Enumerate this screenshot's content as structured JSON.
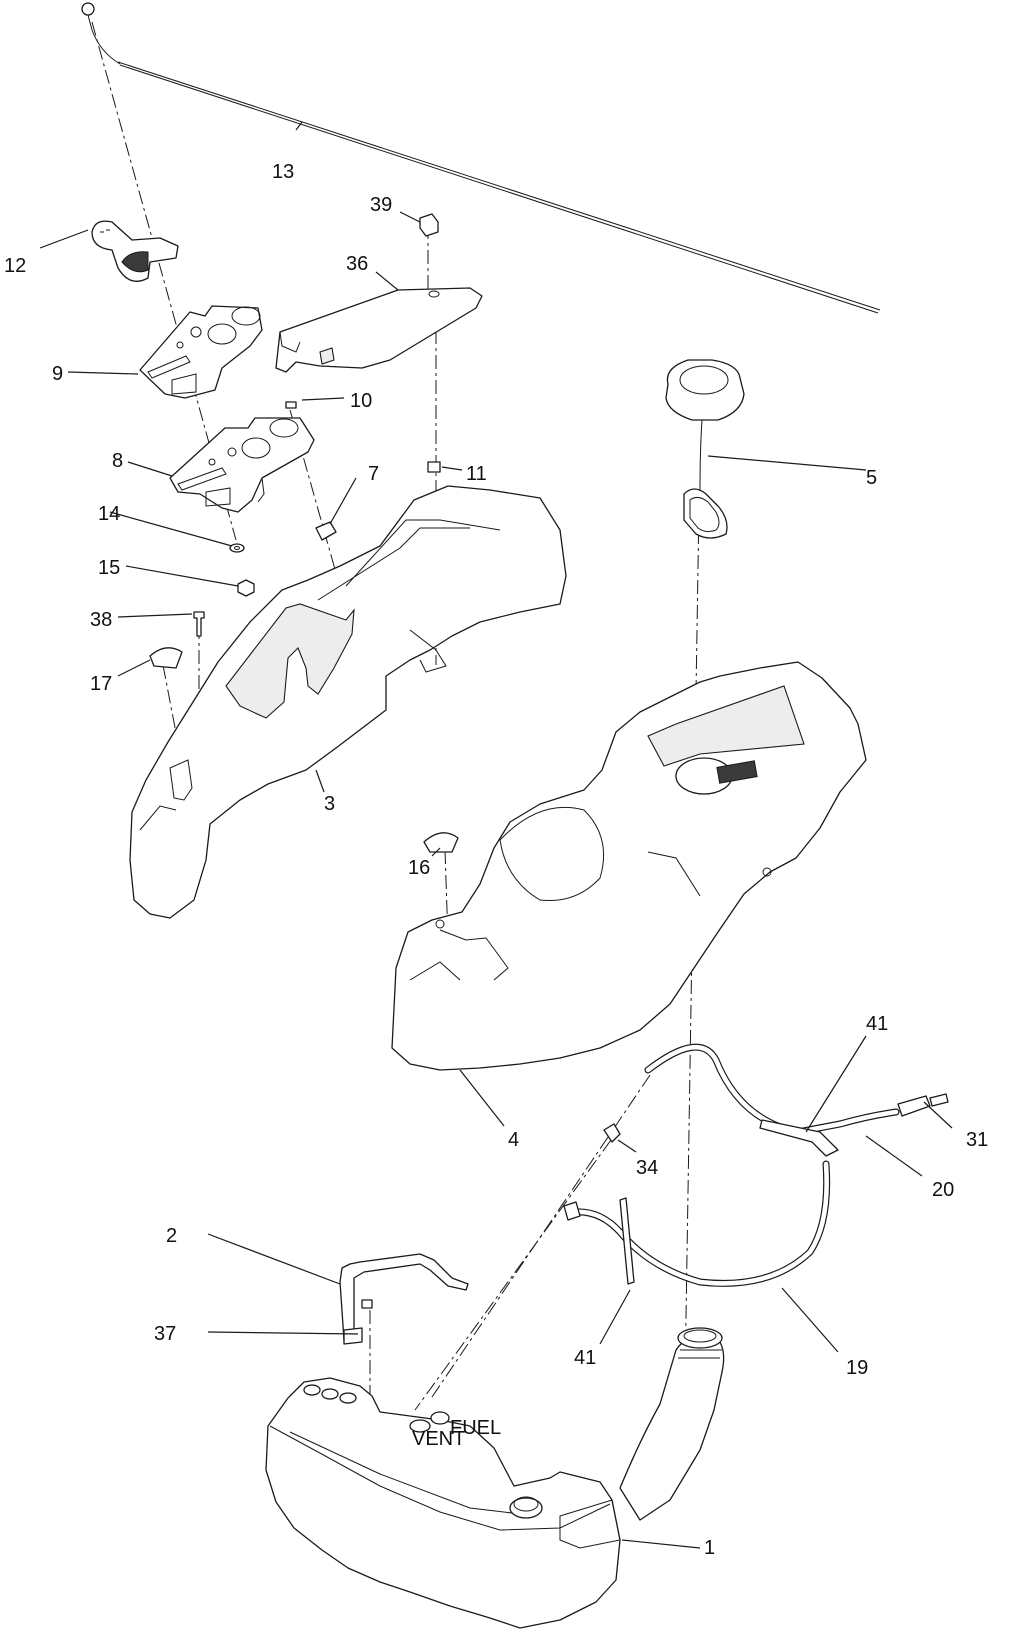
{
  "callouts": {
    "c1": "1",
    "c2": "2",
    "c3": "3",
    "c4": "4",
    "c5": "5",
    "c7": "7",
    "c8": "8",
    "c9": "9",
    "c10": "10",
    "c11": "11",
    "c12": "12",
    "c13": "13",
    "c14": "14",
    "c15": "15",
    "c16": "16",
    "c17": "17",
    "c19": "19",
    "c20": "20",
    "c31": "31",
    "c34": "34",
    "c36": "36",
    "c37": "37",
    "c38": "38",
    "c39": "39",
    "c41a": "41",
    "c41b": "41"
  },
  "tank_labels": {
    "fuel": "FUEL",
    "vent": "VENT"
  },
  "colors": {
    "line": "#1a1a1a",
    "background": "#ffffff"
  }
}
